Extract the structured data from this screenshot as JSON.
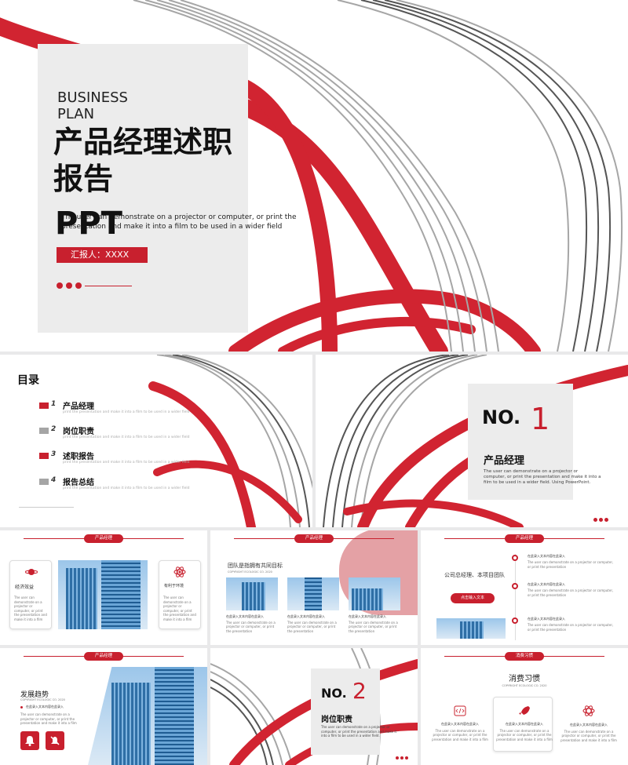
{
  "hero": {
    "business": "BUSINESS PLAN",
    "title": "产品经理述职报告",
    "ppt": "PPT",
    "description": "The user can demonstrate on a projector or computer, or print the presentation and make it into a film to be used in a wider field",
    "reporter": "汇报人：XXXX"
  },
  "toc": {
    "heading": "目录",
    "items": [
      {
        "num": "1",
        "label": "产品经理",
        "sub": "print the presentation and make it into a film to be used in a wider field",
        "color": "#c8202e"
      },
      {
        "num": "2",
        "label": "岗位职责",
        "sub": "print the presentation and make it into a film to be used in a wider field",
        "color": "#a5a5a5"
      },
      {
        "num": "3",
        "label": "述职报告",
        "sub": "print the presentation and make it into a film to be used in a wider field",
        "color": "#c8202e"
      },
      {
        "num": "4",
        "label": "报告总结",
        "sub": "print the presentation and make it into a film to be used in a wider field",
        "color": "#a5a5a5"
      }
    ]
  },
  "section1": {
    "no": "NO.",
    "num": "1",
    "title": "产品经理",
    "desc": "The user can demonstrate on a projector or computer, or print the presentation and make it into a film to be used in a wider field. Using PowerPoint."
  },
  "slide3": {
    "pill": "产品经理",
    "left_title": "经济效益",
    "left_body": "The user can demonstrate on a projector or computer, or print the presentation and make it into a film",
    "right_title": "有利于环境",
    "right_body": "The user can demonstrate on a projector or computer, or print the presentation and make it into a film"
  },
  "slide4": {
    "pill": "产品经理",
    "title": "团队是指拥有共同目标",
    "subtitle": "COPYRIGHT ECOLOGIC CO. 2020",
    "captions": [
      "在此录入文本内容在此录入",
      "在此录入文本内容在此录入",
      "在此录入文本内容在此录入"
    ],
    "caption_body": "The user can demonstrate on a projector or computer, or print the presentation"
  },
  "slide5": {
    "pill": "产品经理",
    "title": "公司总经理、本项目团队",
    "button": "点击输入文本",
    "points": [
      {
        "title": "在此录入文本内容在此录入",
        "body": "The user can demonstrate on a projector or computer, or print the presentation"
      },
      {
        "title": "在此录入文本内容在此录入",
        "body": "The user can demonstrate on a projector or computer, or print the presentation"
      },
      {
        "title": "在此录入文本内容在此录入",
        "body": "The user can demonstrate on a projector or computer, or print the presentation"
      }
    ]
  },
  "slide6": {
    "pill": "产品经理",
    "title": "发展趋势",
    "subtitle": "COPYRIGHT ECOLOGIC CO. 2020",
    "bullet": "在此录入文本内容在此录入",
    "body": "The user can demonstrate on a projector or computer, or print the presentation and make it into a film"
  },
  "section2": {
    "no": "NO.",
    "num": "2",
    "title": "岗位职责",
    "desc": "The user can demonstrate on a projector or computer, or print the presentation and make it into a film to be used in a wider field."
  },
  "slide8": {
    "pill": "消费习惯",
    "title": "消费习惯",
    "subtitle": "COPYRIGHT ECOLOGIC CO. 2020",
    "cols": [
      {
        "label": "在此录入文本内容在此录入",
        "body": "The user can demonstrate on a projector or computer, or print the presentation and make it into a film"
      },
      {
        "label": "在此录入文本内容在此录入",
        "body": "The user can demonstrate on a projector or computer, or print the presentation and make it into a film"
      },
      {
        "label": "在此录入文本内容在此录入",
        "body": "The user can demonstrate on a projector or computer, or print the presentation and make it into a film"
      }
    ]
  }
}
